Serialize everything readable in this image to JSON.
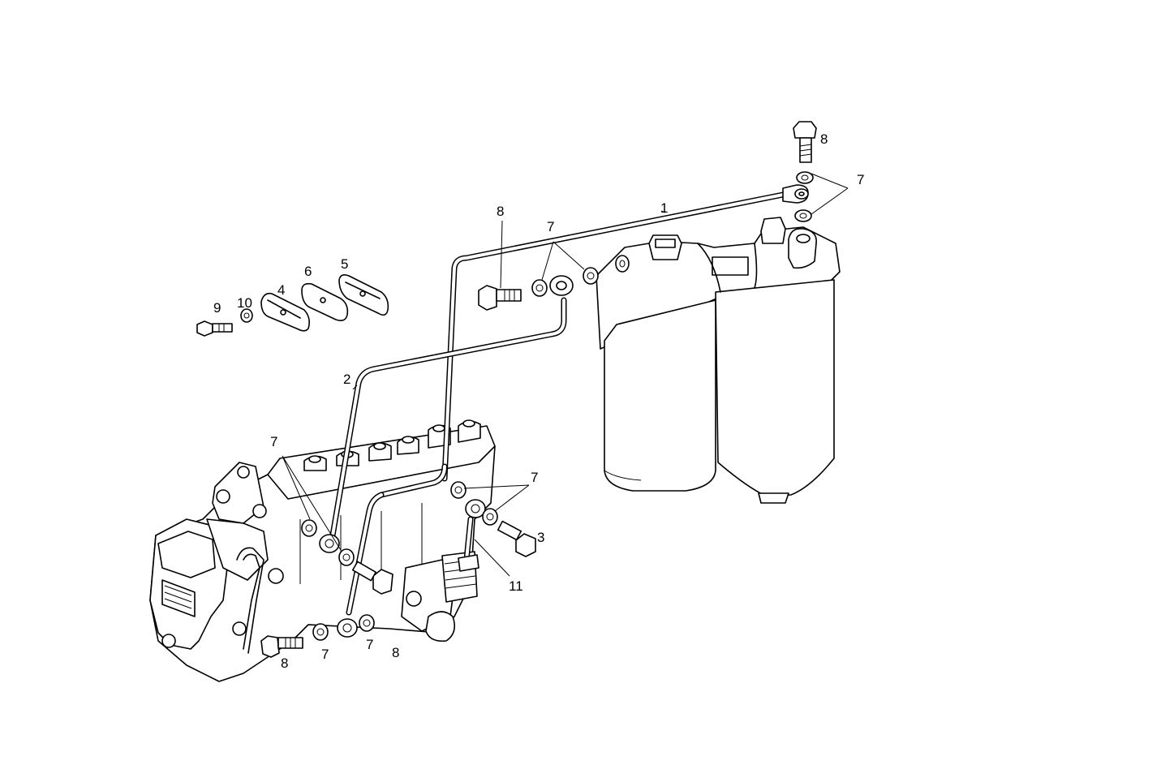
{
  "diagram": {
    "callouts": {
      "c1": "1",
      "c2": "2",
      "c3": "3",
      "c4": "4",
      "c5": "5",
      "c6": "6",
      "c7a": "7",
      "c7b": "7",
      "c7c": "7",
      "c7d": "7",
      "c7e": "7",
      "c7f": "7",
      "c8a": "8",
      "c8b": "8",
      "c8c": "8",
      "c8d": "8",
      "c9": "9",
      "c10": "10",
      "c11": "11"
    }
  }
}
